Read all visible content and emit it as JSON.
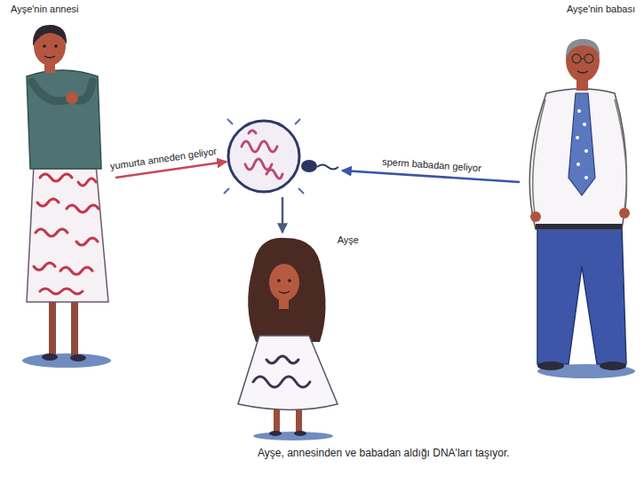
{
  "diagram": {
    "caption": "Ayşe, annesinden ve babadan aldığı DNA'ları taşıyor.",
    "nodes": [
      {
        "text": [
          "Ayşe'nin annesi"
        ]
      },
      {
        "text": [
          "Ayşe'nin babası"
        ]
      },
      {
        "text": []
      },
      {
        "text": [
          "Ayşe"
        ]
      }
    ],
    "edges": [
      {
        "from": 0,
        "to": 2,
        "arrow": "to",
        "label": "yumurta anneden geliyor"
      },
      {
        "from": 1,
        "to": 2,
        "arrow": "to",
        "label": "sperm babadan geliyor"
      },
      {
        "from": 2,
        "to": 3,
        "arrow": "to"
      }
    ]
  }
}
